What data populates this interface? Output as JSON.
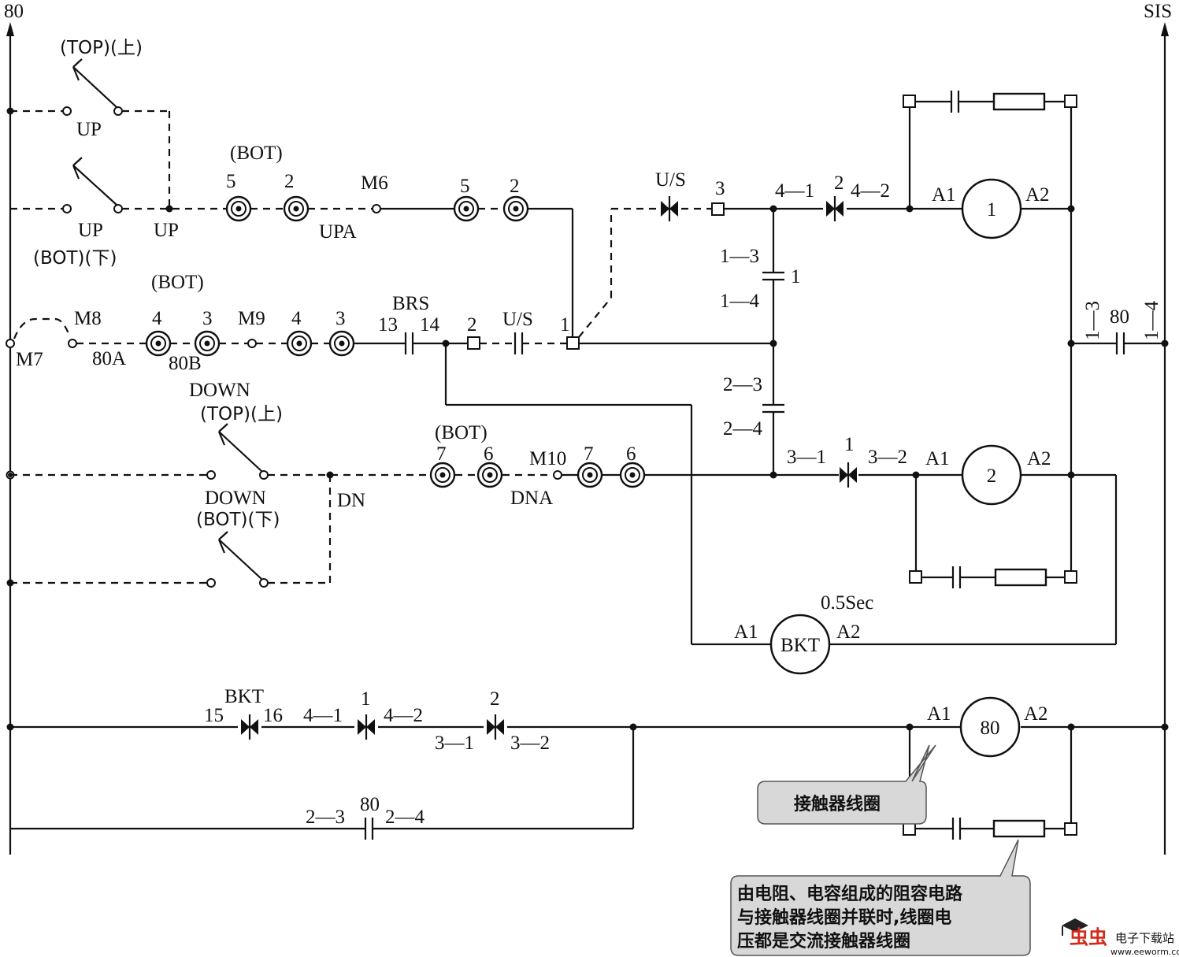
{
  "rails": {
    "left": "80",
    "right": "SIS"
  },
  "row_up": {
    "top_label": "(TOP)(上)",
    "up_label_1": "UP",
    "up_label_2": "UP",
    "bot_label": "(BOT)(下)",
    "junction_label": "UP",
    "bot_group": "(BOT)",
    "contact_5a": "5",
    "contact_2a": "2",
    "m6": "M6",
    "upa": "UPA",
    "contact_5b": "5",
    "contact_2b": "2"
  },
  "row_brs": {
    "bot_group": "(BOT)",
    "m7": "M7",
    "m8": "M8",
    "n4a": "4",
    "n3a": "3",
    "l80a": "80A",
    "l80b": "80B",
    "m9": "M9",
    "n4b": "4",
    "n3b": "3",
    "brs": "BRS",
    "brs13": "13",
    "brs14": "14",
    "sq2": "2",
    "us": "U/S",
    "sq1": "1"
  },
  "row_down": {
    "down_label_1": "DOWN",
    "top_label": "(TOP)(上)",
    "down_label_2": "DOWN",
    "bot_label": "(BOT)(下)",
    "dn": "DN",
    "bot_group": "(BOT)",
    "n7a": "7",
    "n6a": "6",
    "m10": "M10",
    "dna": "DNA",
    "n7b": "7",
    "n6b": "6"
  },
  "right_section": {
    "us_top": "U/S",
    "n3": "3",
    "c41a": "4—1",
    "c2": "2",
    "c42a": "4—2",
    "c13": "1—3",
    "cap1": "1",
    "c14": "1—4",
    "c23": "2—3",
    "c24": "2—4",
    "c31": "3—1",
    "n1": "1",
    "c32": "3—2",
    "coil1": "1",
    "coil2": "2",
    "a1_1": "A1",
    "a2_1": "A2",
    "a1_2": "A1",
    "a2_2": "A2",
    "r13": "1—3",
    "r80": "80",
    "r14": "1—4"
  },
  "bkt_timer": {
    "name": "BKT",
    "a1": "A1",
    "a2": "A2",
    "time": "0.5Sec"
  },
  "row_bkt": {
    "bkt": "BKT",
    "n15": "15",
    "n16": "16",
    "c41": "4—1",
    "n1": "1",
    "c42": "4—2",
    "n2": "2",
    "c31": "3—1",
    "c32": "3—2",
    "coil80": "80",
    "a1": "A1",
    "a2": "A2",
    "c23": "2—3",
    "n80": "80",
    "c24": "2—4"
  },
  "callouts": {
    "coil": "接触器线圈",
    "rc_line1": "由电阻、电容组成的阻容电路",
    "rc_line2": "与接触器线圈并联时,线圈电",
    "rc_line3": "压都是交流接触器线圈"
  },
  "watermark": {
    "brand": "虫虫",
    "site_name": "电子下载站",
    "url": "www.eeworm.com"
  }
}
